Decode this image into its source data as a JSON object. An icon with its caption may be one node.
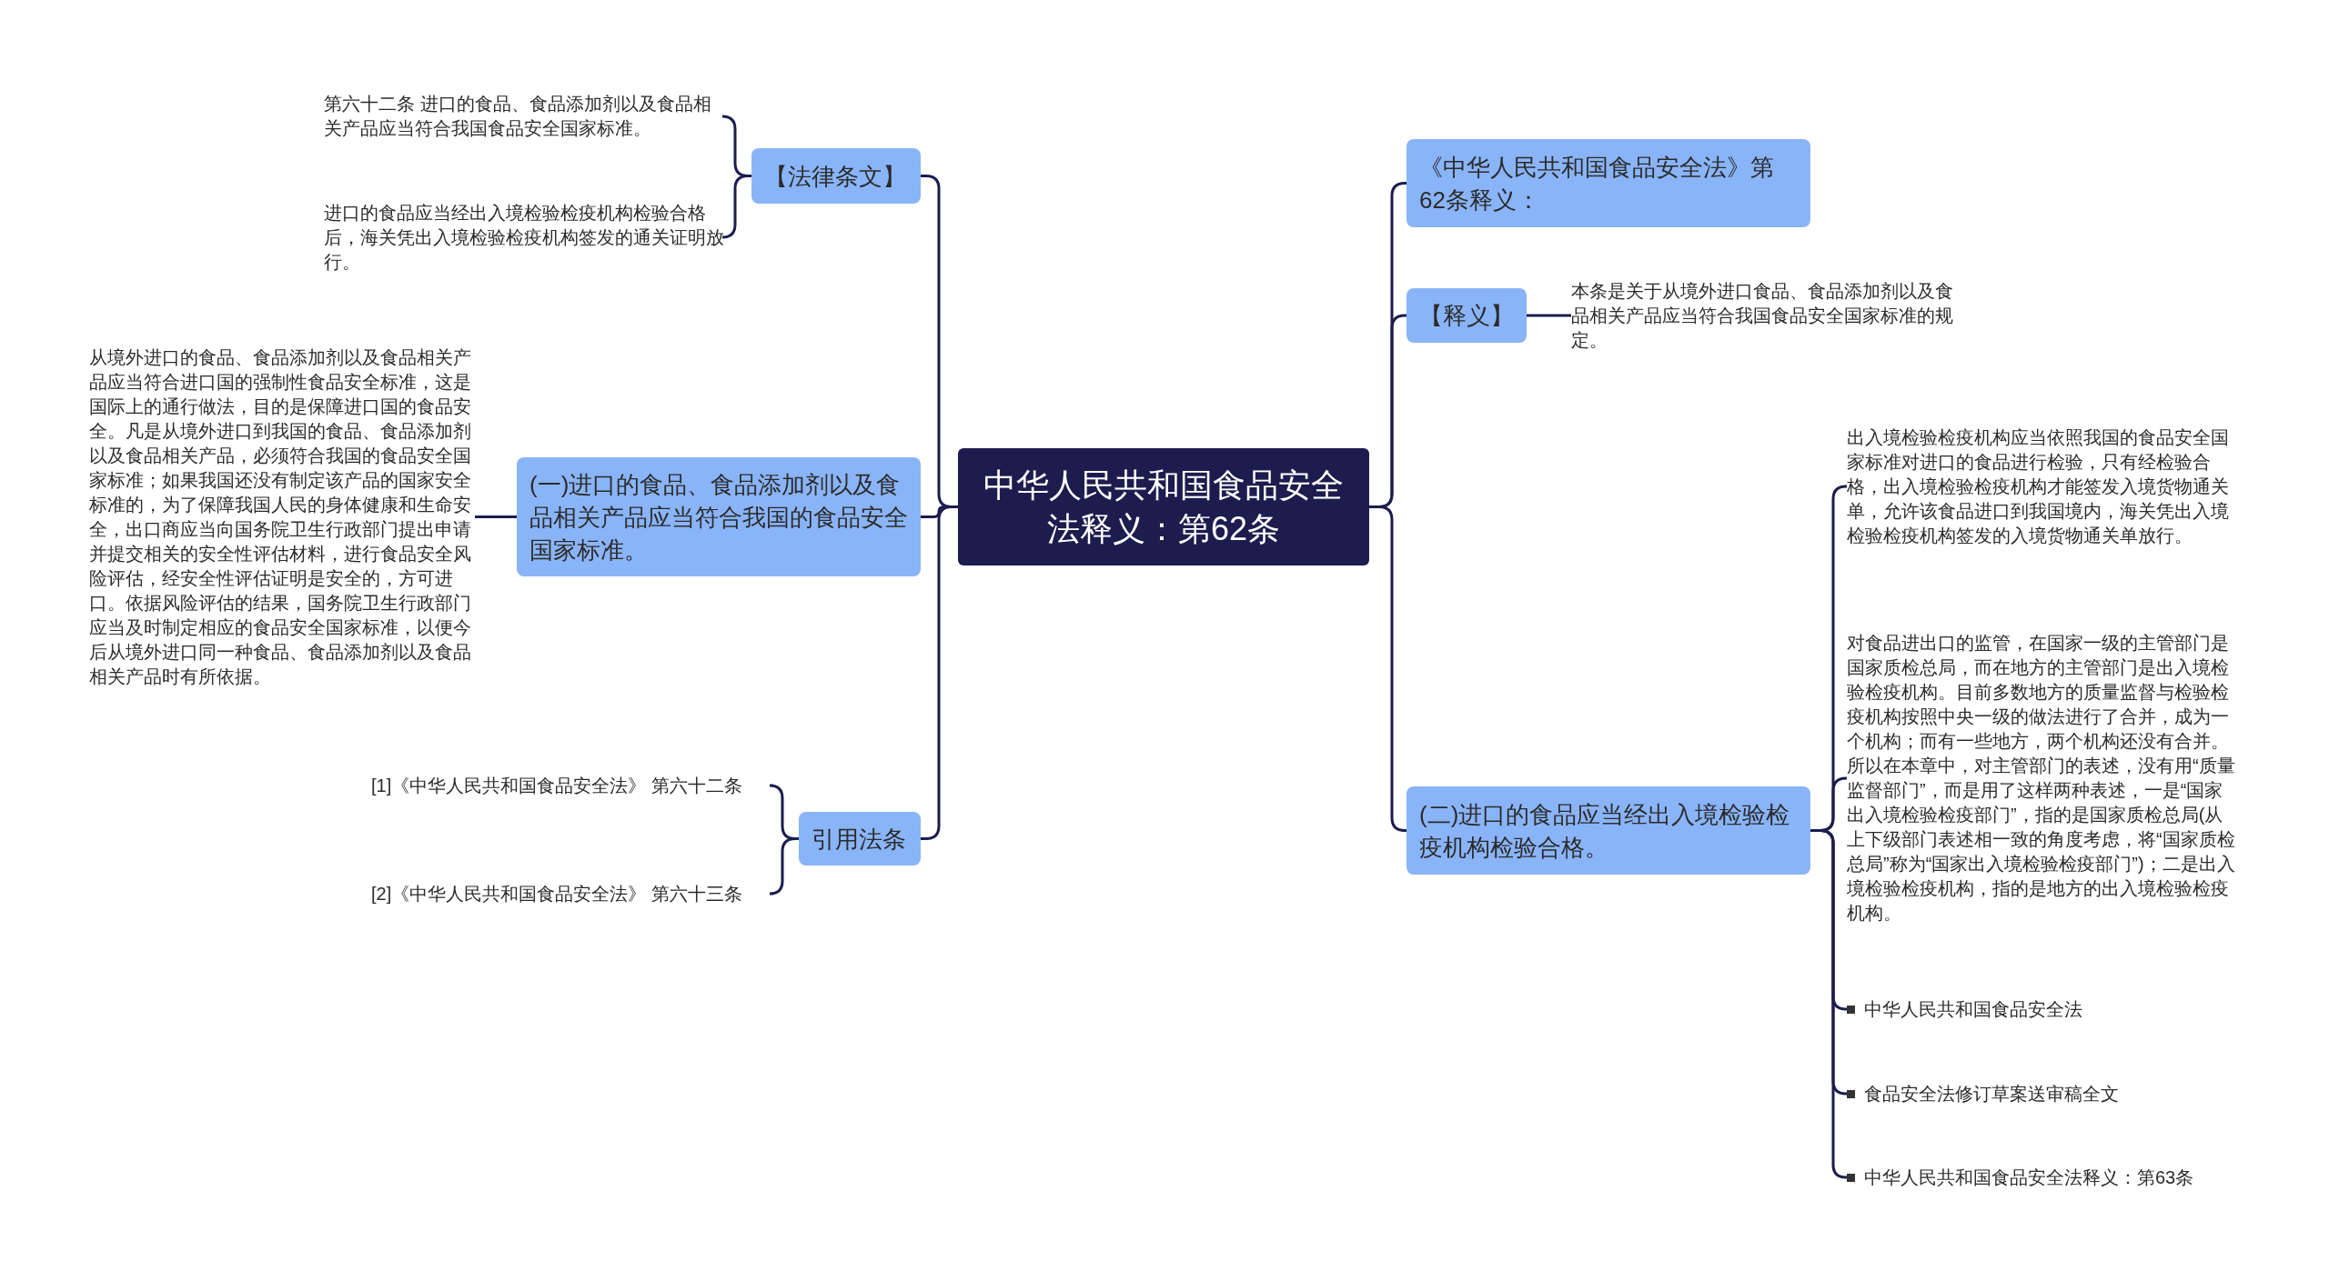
{
  "diagram": {
    "nodes": [
      {
        "text": [
          "中华人民共和国食品安全法释义：第62条"
        ]
      },
      {
        "text": [
          "【法律条文】"
        ]
      },
      {
        "text": [
          "第六十二条 进口的食品、食品添加剂以及食品相关产品应当符合我国食品安全国家标准。"
        ]
      },
      {
        "text": [
          "进口的食品应当经出入境检验检疫机构检验合格后，海关凭出入境检验检疫机构签发的通关证明放行。"
        ]
      },
      {
        "text": [
          "(一)进口的食品、食品添加剂以及食品相关产品应当符合我国的食品安全国家标准。"
        ]
      },
      {
        "text": [
          "从境外进口的食品、食品添加剂以及食品相关产品应当符合进口国的强制性食品安全标准，这是国际上的通行做法，目的是保障进口国的食品安全。凡是从境外进口到我国的食品、食品添加剂以及食品相关产品，必须符合我国的食品安全国家标准；如果我国还没有制定该产品的国家安全标准的，为了保障我国人民的身体健康和生命安全，出口商应当向国务院卫生行政部门提出申请并提交相关的安全性评估材料，进行食品安全风险评估，经安全性评估证明是安全的，方可进口。依据风险评估的结果，国务院卫生行政部门应当及时制定相应的食品安全国家标准，以便今后从境外进口同一种食品、食品添加剂以及食品相关产品时有所依据。"
        ]
      },
      {
        "text": [
          "引用法条"
        ]
      },
      {
        "text": [
          "[1]《中华人民共和国食品安全法》 第六十二条"
        ]
      },
      {
        "text": [
          "[2]《中华人民共和国食品安全法》 第六十三条"
        ]
      },
      {
        "text": [
          "《中华人民共和国食品安全法》第62条释义："
        ]
      },
      {
        "text": [
          "【释义】"
        ]
      },
      {
        "text": [
          "本条是关于从境外进口食品、食品添加剂以及食品相关产品应当符合我国食品安全国家标准的规定。"
        ]
      },
      {
        "text": [
          "(二)进口的食品应当经出入境检验检疫机构检验合格。"
        ]
      },
      {
        "text": [
          "出入境检验检疫机构应当依照我国的食品安全国家标准对进口的食品进行检验，只有经检验合格，出入境检验检疫机构才能签发入境货物通关单，允许该食品进口到我国境内，海关凭出入境检验检疫机构签发的入境货物通关单放行。"
        ]
      },
      {
        "text": [
          "对食品进出口的监管，在国家一级的主管部门是国家质检总局，而在地方的主管部门是出入境检验检疫机构。目前多数地方的质量监督与检验检疫机构按照中央一级的做法进行了合并，成为一个机构；而有一些地方，两个机构还没有合并。所以在本章中，对主管部门的表述，没有用“质量监督部门”，而是用了这样两种表述，一是“国家出入境检验检疫部门”，指的是国家质检总局(从上下级部门表述相一致的角度考虑，将“国家质检总局”称为“国家出入境检验检疫部门”)；二是出入境检验检疫机构，指的是地方的出入境检验检疫机构。"
        ]
      },
      {
        "text": [
          "中华人民共和国食品安全法"
        ]
      },
      {
        "text": [
          "食品安全法修订草案送审稿全文"
        ]
      },
      {
        "text": [
          "中华人民共和国食品安全法释义：第63条"
        ]
      }
    ],
    "edges": [
      {
        "from": 0,
        "to": 1,
        "arrow": "none"
      },
      {
        "from": 1,
        "to": 2,
        "arrow": "none"
      },
      {
        "from": 1,
        "to": 3,
        "arrow": "none"
      },
      {
        "from": 0,
        "to": 4,
        "arrow": "none"
      },
      {
        "from": 4,
        "to": 5,
        "arrow": "none"
      },
      {
        "from": 0,
        "to": 6,
        "arrow": "none"
      },
      {
        "from": 6,
        "to": 7,
        "arrow": "none"
      },
      {
        "from": 6,
        "to": 8,
        "arrow": "none"
      },
      {
        "from": 0,
        "to": 9,
        "arrow": "none"
      },
      {
        "from": 0,
        "to": 10,
        "arrow": "none"
      },
      {
        "from": 10,
        "to": 11,
        "arrow": "none"
      },
      {
        "from": 0,
        "to": 12,
        "arrow": "none"
      },
      {
        "from": 12,
        "to": 13,
        "arrow": "none"
      },
      {
        "from": 12,
        "to": 14,
        "arrow": "none"
      },
      {
        "from": 12,
        "to": 15,
        "arrow": "none"
      },
      {
        "from": 12,
        "to": 16,
        "arrow": "none"
      },
      {
        "from": 12,
        "to": 17,
        "arrow": "none"
      }
    ]
  }
}
